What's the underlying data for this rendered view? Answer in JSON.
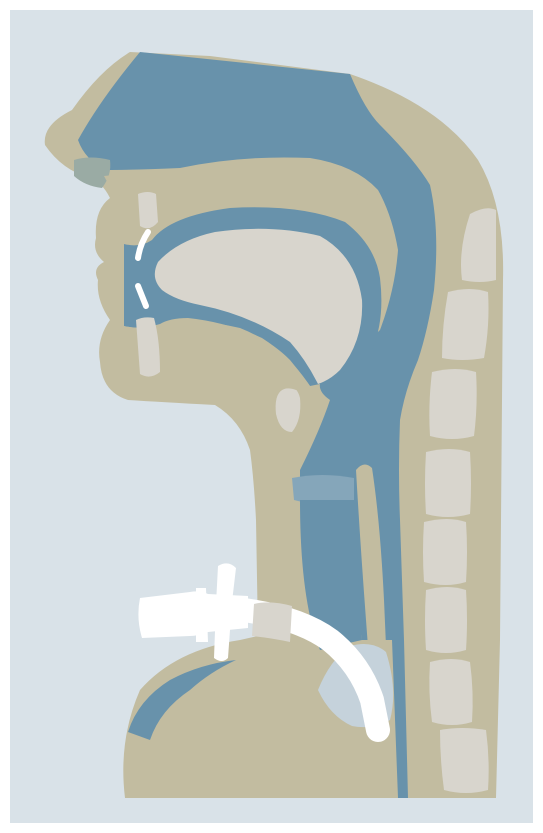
{
  "figure": {
    "colors": {
      "background": "#d9e2e8",
      "tissue": "#c2bca0",
      "airway": "#6892ab",
      "bone": "#d8d5cd",
      "tube": "#ffffff",
      "glottis_band": "#85a6ba",
      "cuff": "#c5d2db"
    },
    "structures": [
      "head-and-neck-profile",
      "nasal-cavity",
      "oral-cavity",
      "tongue",
      "pharynx",
      "larynx",
      "trachea",
      "esophagus",
      "cervical-vertebrae",
      "tracheostomy-tube"
    ]
  }
}
